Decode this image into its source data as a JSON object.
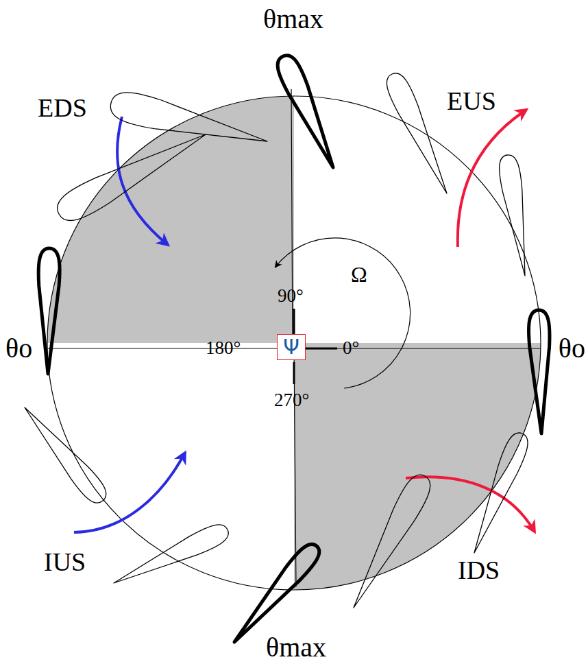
{
  "diagram": {
    "nodes": [
      {
        "text": [
          "Ψ"
        ]
      }
    ],
    "labels": [
      "θmax",
      "EDS",
      "EUS",
      "90°",
      "Ω",
      "θo",
      "180°",
      "0°",
      "θo",
      "270°",
      "IUS",
      "IDS",
      "θmax"
    ]
  }
}
